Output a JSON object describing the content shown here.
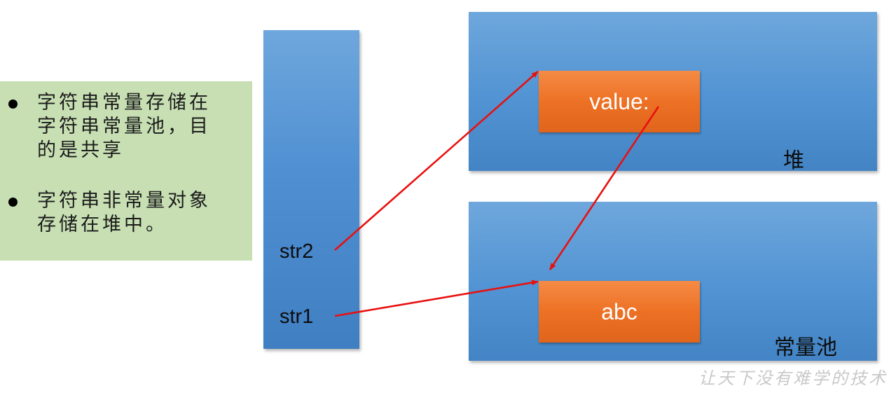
{
  "notes": [
    "字符串常量存储在字符串常量池，目的是共享",
    "字符串非常量对象存储在堆中。"
  ],
  "stack": {
    "variables": [
      "str2",
      "str1"
    ]
  },
  "heap": {
    "label": "堆",
    "object_text": "value:"
  },
  "pool": {
    "label": "常量池",
    "object_text": "abc"
  },
  "colors": {
    "region_blue": "#4f8fd2",
    "object_orange": "#ed7125",
    "note_green": "#c7dfb3",
    "arrow_red": "#e8100f"
  },
  "watermark": "让天下没有难学的技术"
}
